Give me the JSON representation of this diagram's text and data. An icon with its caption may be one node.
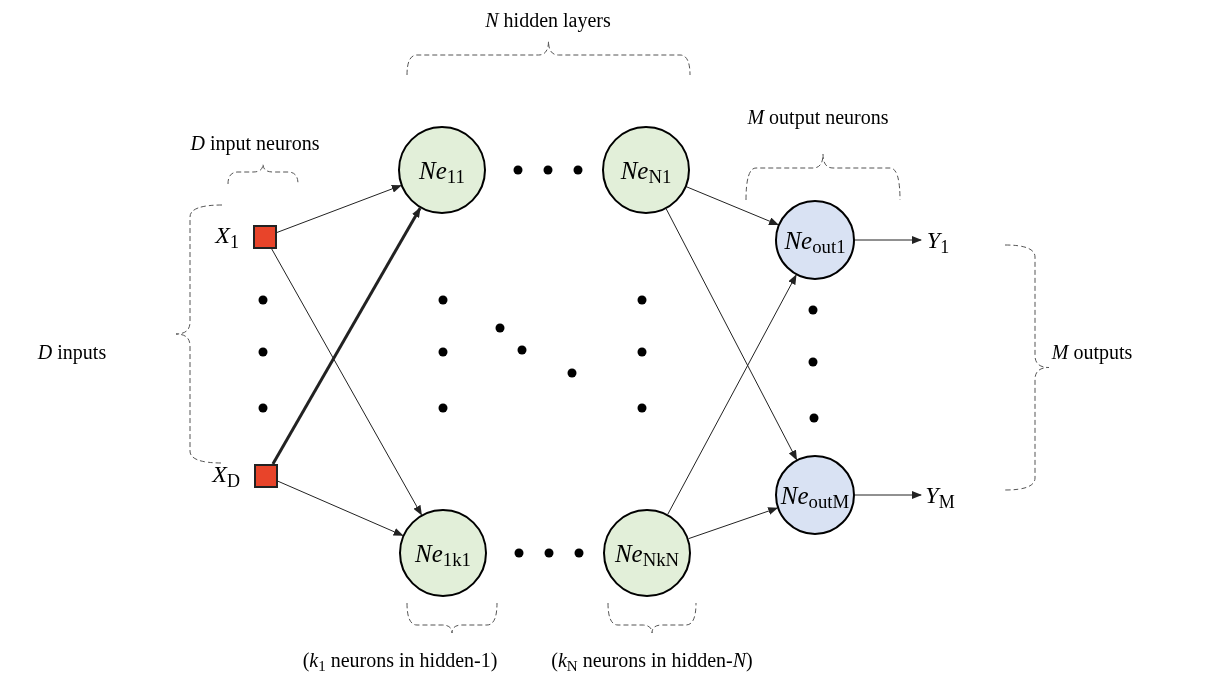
{
  "diagram": {
    "nodes": [
      {
        "text": [],
        "shape": "box",
        "beside": [
          "*X*$_{1}$"
        ]
      },
      {
        "text": [],
        "shape": "box",
        "beside": [
          "*X*$_{D}$"
        ]
      },
      {
        "text": [
          "*Ne*$_{11}$"
        ]
      },
      {
        "text": [
          "*Ne*$_{N1}$"
        ]
      },
      {
        "text": [
          "*Ne*$_{1k}$$_{1}$"
        ]
      },
      {
        "text": [
          "*Ne*$_{Nk}$$_{N}$"
        ]
      },
      {
        "text": [
          "*Ne*$_{out}$$_{1}$"
        ]
      },
      {
        "text": [
          "*Ne*$_{out}$$_{M}$"
        ]
      },
      {
        "text": [
          "*Y*$_{1}$"
        ]
      },
      {
        "text": [
          "*Y*$_{M}$"
        ]
      }
    ],
    "edges": [
      {
        "from": 0,
        "to": 2,
        "arrow": "to"
      },
      {
        "from": 0,
        "to": 4,
        "arrow": "to"
      },
      {
        "from": 1,
        "to": 2,
        "arrow": "to",
        "style": "thick"
      },
      {
        "from": 1,
        "to": 4,
        "arrow": "to"
      },
      {
        "from": 3,
        "to": 6,
        "arrow": "to"
      },
      {
        "from": 3,
        "to": 7,
        "arrow": "to"
      },
      {
        "from": 5,
        "to": 6,
        "arrow": "to"
      },
      {
        "from": 5,
        "to": 7,
        "arrow": "to"
      },
      {
        "from": 6,
        "to": 8,
        "arrow": "to"
      },
      {
        "from": 7,
        "to": 9,
        "arrow": "to"
      }
    ],
    "labels": [
      "*N* hidden layers",
      "*D* input neurons",
      "*M* output neurons",
      "*D* inputs",
      "*M* outputs",
      "(*k*$_{1}$ neurons in hidden-1)",
      "(*k*$_{N}$ neurons in hidden-*N*)"
    ]
  }
}
